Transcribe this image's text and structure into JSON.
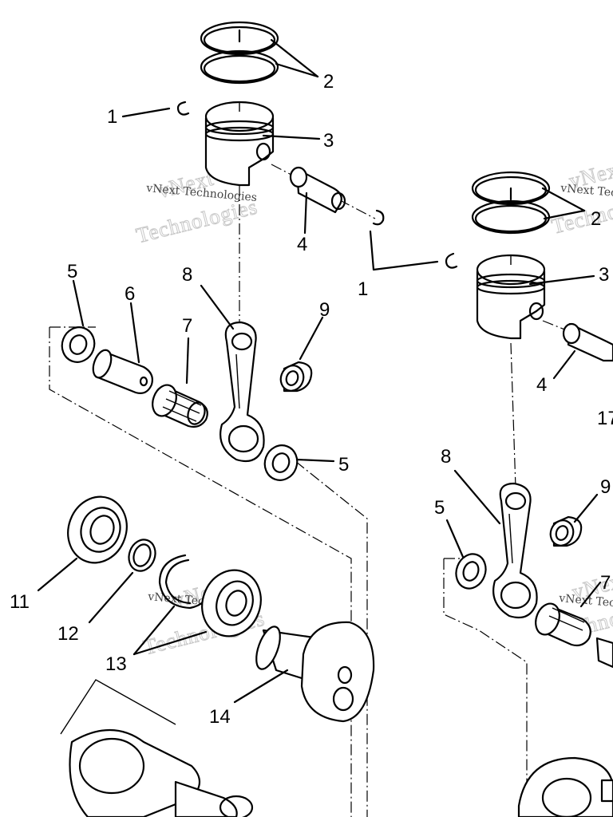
{
  "callouts": {
    "c1a": "1",
    "c2a": "2",
    "c3a": "3",
    "c4a": "4",
    "c1b": "1",
    "c2b": "2",
    "c3b": "3",
    "c4b": "4",
    "c5a": "5",
    "c6a": "6",
    "c7a": "7",
    "c8a": "8",
    "c9a": "9",
    "c5b": "5",
    "c8b": "8",
    "c5c": "5",
    "c9b": "9",
    "c7b": "7",
    "c11": "11",
    "c12": "12",
    "c13": "13",
    "c14": "14",
    "c17": "17"
  },
  "watermark": {
    "big_line1": "vNext",
    "big_line2": "Technologies",
    "small": "vNext Technologies"
  }
}
